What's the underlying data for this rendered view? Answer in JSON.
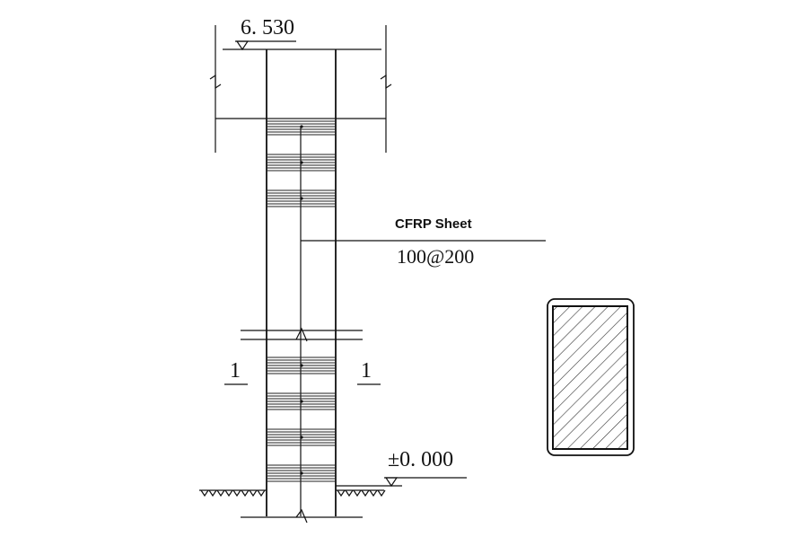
{
  "elevation_top": "6. 530",
  "elevation_ground": "±0. 000",
  "cfrp_label": "CFRP Sheet",
  "cfrp_spacing": "100@200",
  "section_mark_left": "1",
  "section_mark_right": "1",
  "colors": {
    "line": "#111111",
    "hatch": "#333333",
    "background": "#ffffff"
  }
}
